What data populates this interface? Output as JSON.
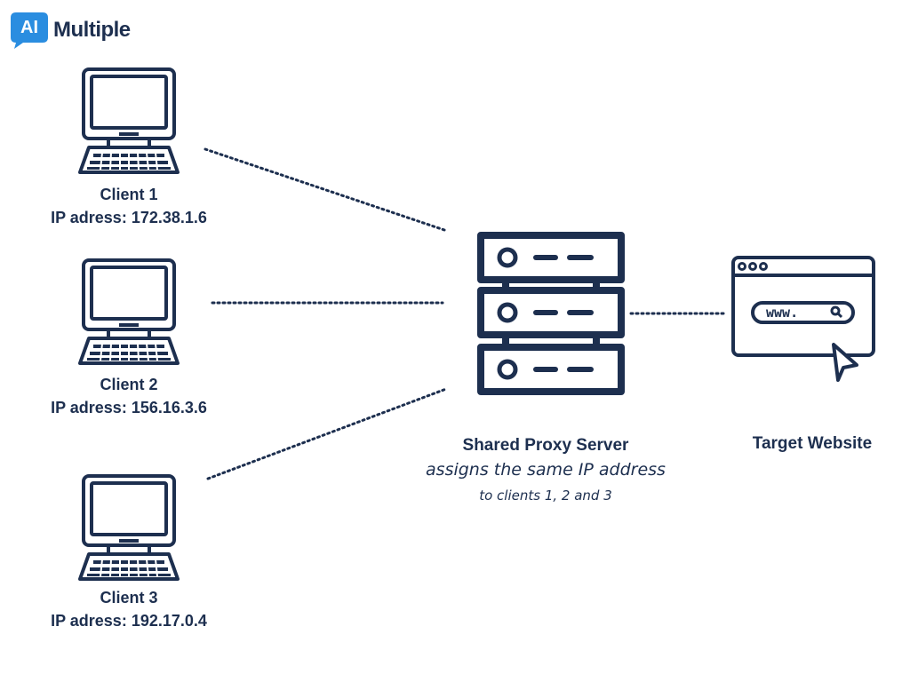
{
  "logo": {
    "mark": "AI",
    "word": "Multiple",
    "badge_color": "#2a8de0"
  },
  "clients": [
    {
      "name": "Client 1",
      "ip": "IP adress: 172.38.1.6",
      "icon": "desktop-computer-icon"
    },
    {
      "name": "Client 2",
      "ip": "IP adress: 156.16.3.6",
      "icon": "desktop-computer-icon"
    },
    {
      "name": "Client 3",
      "ip": "IP adress: 192.17.0.4",
      "icon": "desktop-computer-icon"
    }
  ],
  "proxy": {
    "name": "Shared Proxy Server",
    "line1": "assigns the same IP address",
    "line2": "to clients 1, 2 and 3",
    "icon": "server-rack-icon"
  },
  "target": {
    "label": "Target Website",
    "url_text": "www.",
    "icon": "browser-window-icon"
  },
  "colors": {
    "ink": "#1d2f4f"
  }
}
